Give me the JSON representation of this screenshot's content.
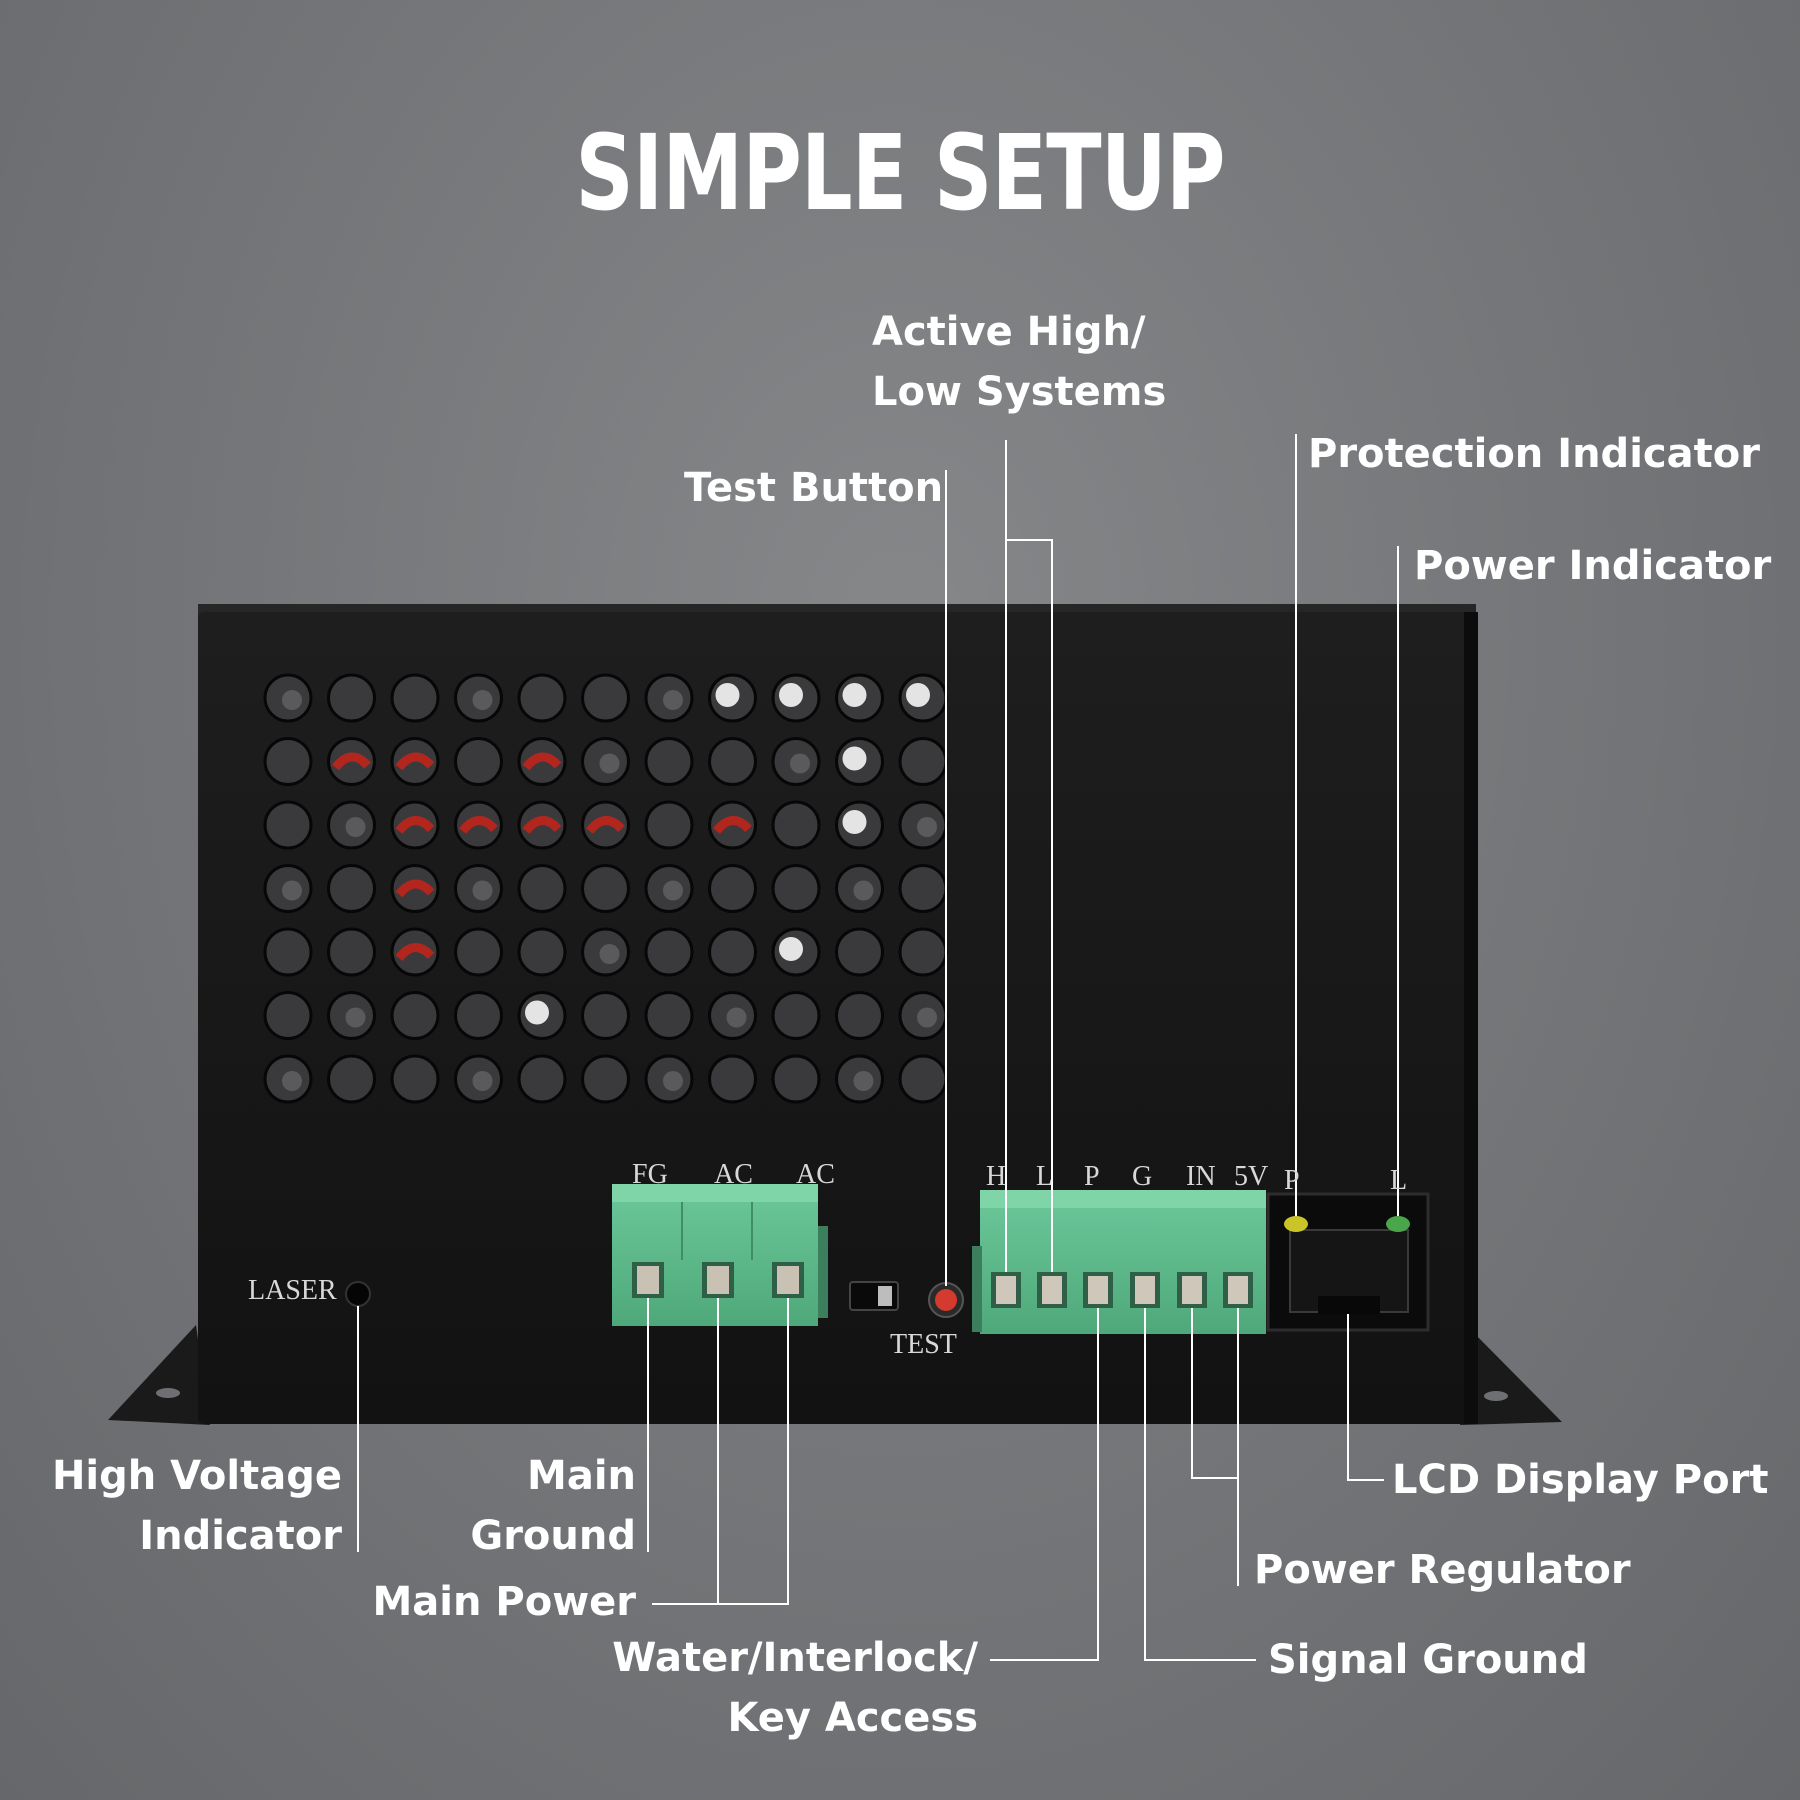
{
  "title": "SIMPLE SETUP",
  "callouts": {
    "active_high_low": "Active High/\nLow Systems",
    "test_button": "Test Button",
    "protection_indicator": "Protection Indicator",
    "power_indicator": "Power Indicator",
    "high_voltage_indicator": "High Voltage\nIndicator",
    "main_ground": "Main\nGround",
    "main_power": "Main Power",
    "water_interlock": "Water/Interlock/\nKey Access",
    "lcd_display_port": "LCD Display Port",
    "power_regulator": "Power Regulator",
    "signal_ground": "Signal Ground"
  },
  "panel_markings": {
    "laser": "LASER",
    "test": "TEST",
    "power_terminals": [
      "FG",
      "AC",
      "AC"
    ],
    "signal_terminals": [
      "H",
      "L",
      "P",
      "G",
      "IN",
      "5V"
    ],
    "led_p": "P",
    "led_l": "L"
  },
  "colors": {
    "background": "#76787b",
    "enclosure": "#161616",
    "terminal_green": "#5cb88a",
    "test_button_red": "#d43a2e",
    "led_yellow": "#c9c42a",
    "led_green": "#4aa64a",
    "text": "#ffffff"
  }
}
